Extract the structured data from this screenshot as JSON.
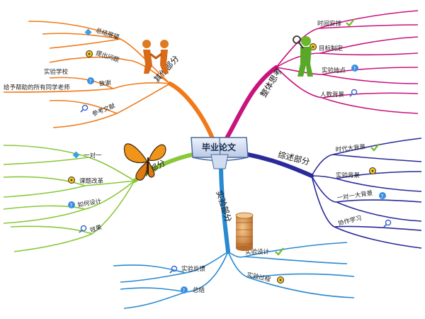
{
  "center": {
    "label": "毕业论文"
  },
  "branches": [
    {
      "key": "other",
      "label": "其他部分",
      "color": "#f07a1a",
      "items": [
        {
          "label": "总结展望",
          "icon": "gem-icon"
        },
        {
          "label": "提出问题",
          "icon": "radiation-icon"
        },
        {
          "label": "致谢",
          "icon": "help-icon",
          "children": [
            {
              "label": "实验学校"
            },
            {
              "label": "给予帮助的所有同学老师"
            }
          ]
        },
        {
          "label": "参考文献",
          "icon": "magnifier-icon"
        }
      ],
      "illustration": "handshake-figures-icon"
    },
    {
      "key": "overall",
      "label": "整体思考",
      "color": "#c8147d",
      "items": [
        {
          "label": "时间安排",
          "icon": "check-icon"
        },
        {
          "label": "目标制定",
          "icon": "radiation-icon"
        },
        {
          "label": "实验地点",
          "icon": "help-icon"
        },
        {
          "label": "人数背景",
          "icon": "magnifier-icon"
        }
      ],
      "illustration": "thinking-figure-icon"
    },
    {
      "key": "review",
      "label": "综述部分",
      "color": "#2a2a9a",
      "items": [
        {
          "label": "时代大背景",
          "icon": "check-icon"
        },
        {
          "label": "实验背景",
          "icon": "radiation-icon"
        },
        {
          "label": "一对一大背景",
          "icon": "help-icon"
        },
        {
          "label": "协作学习",
          "icon": "magnifier-icon"
        }
      ]
    },
    {
      "key": "innovation",
      "label": "创新部分",
      "color": "#8ac83a",
      "items": [
        {
          "label": "一对一",
          "icon": "gem-icon"
        },
        {
          "label": "课题改革",
          "icon": "radiation-icon"
        },
        {
          "label": "如何设计",
          "icon": "help-icon"
        },
        {
          "label": "效果",
          "icon": "magnifier-icon"
        }
      ],
      "illustration": "butterfly-icon"
    },
    {
      "key": "experiment",
      "label": "实验部分",
      "color": "#2a8ad0",
      "items": [
        {
          "label": "实验设计",
          "icon": "check-icon"
        },
        {
          "label": "实验过程",
          "icon": "radiation-icon"
        },
        {
          "label": "实验反馈",
          "icon": "magnifier-icon"
        },
        {
          "label": "总结",
          "icon": "help-icon"
        }
      ],
      "illustration": "coin-stack-icon"
    }
  ]
}
